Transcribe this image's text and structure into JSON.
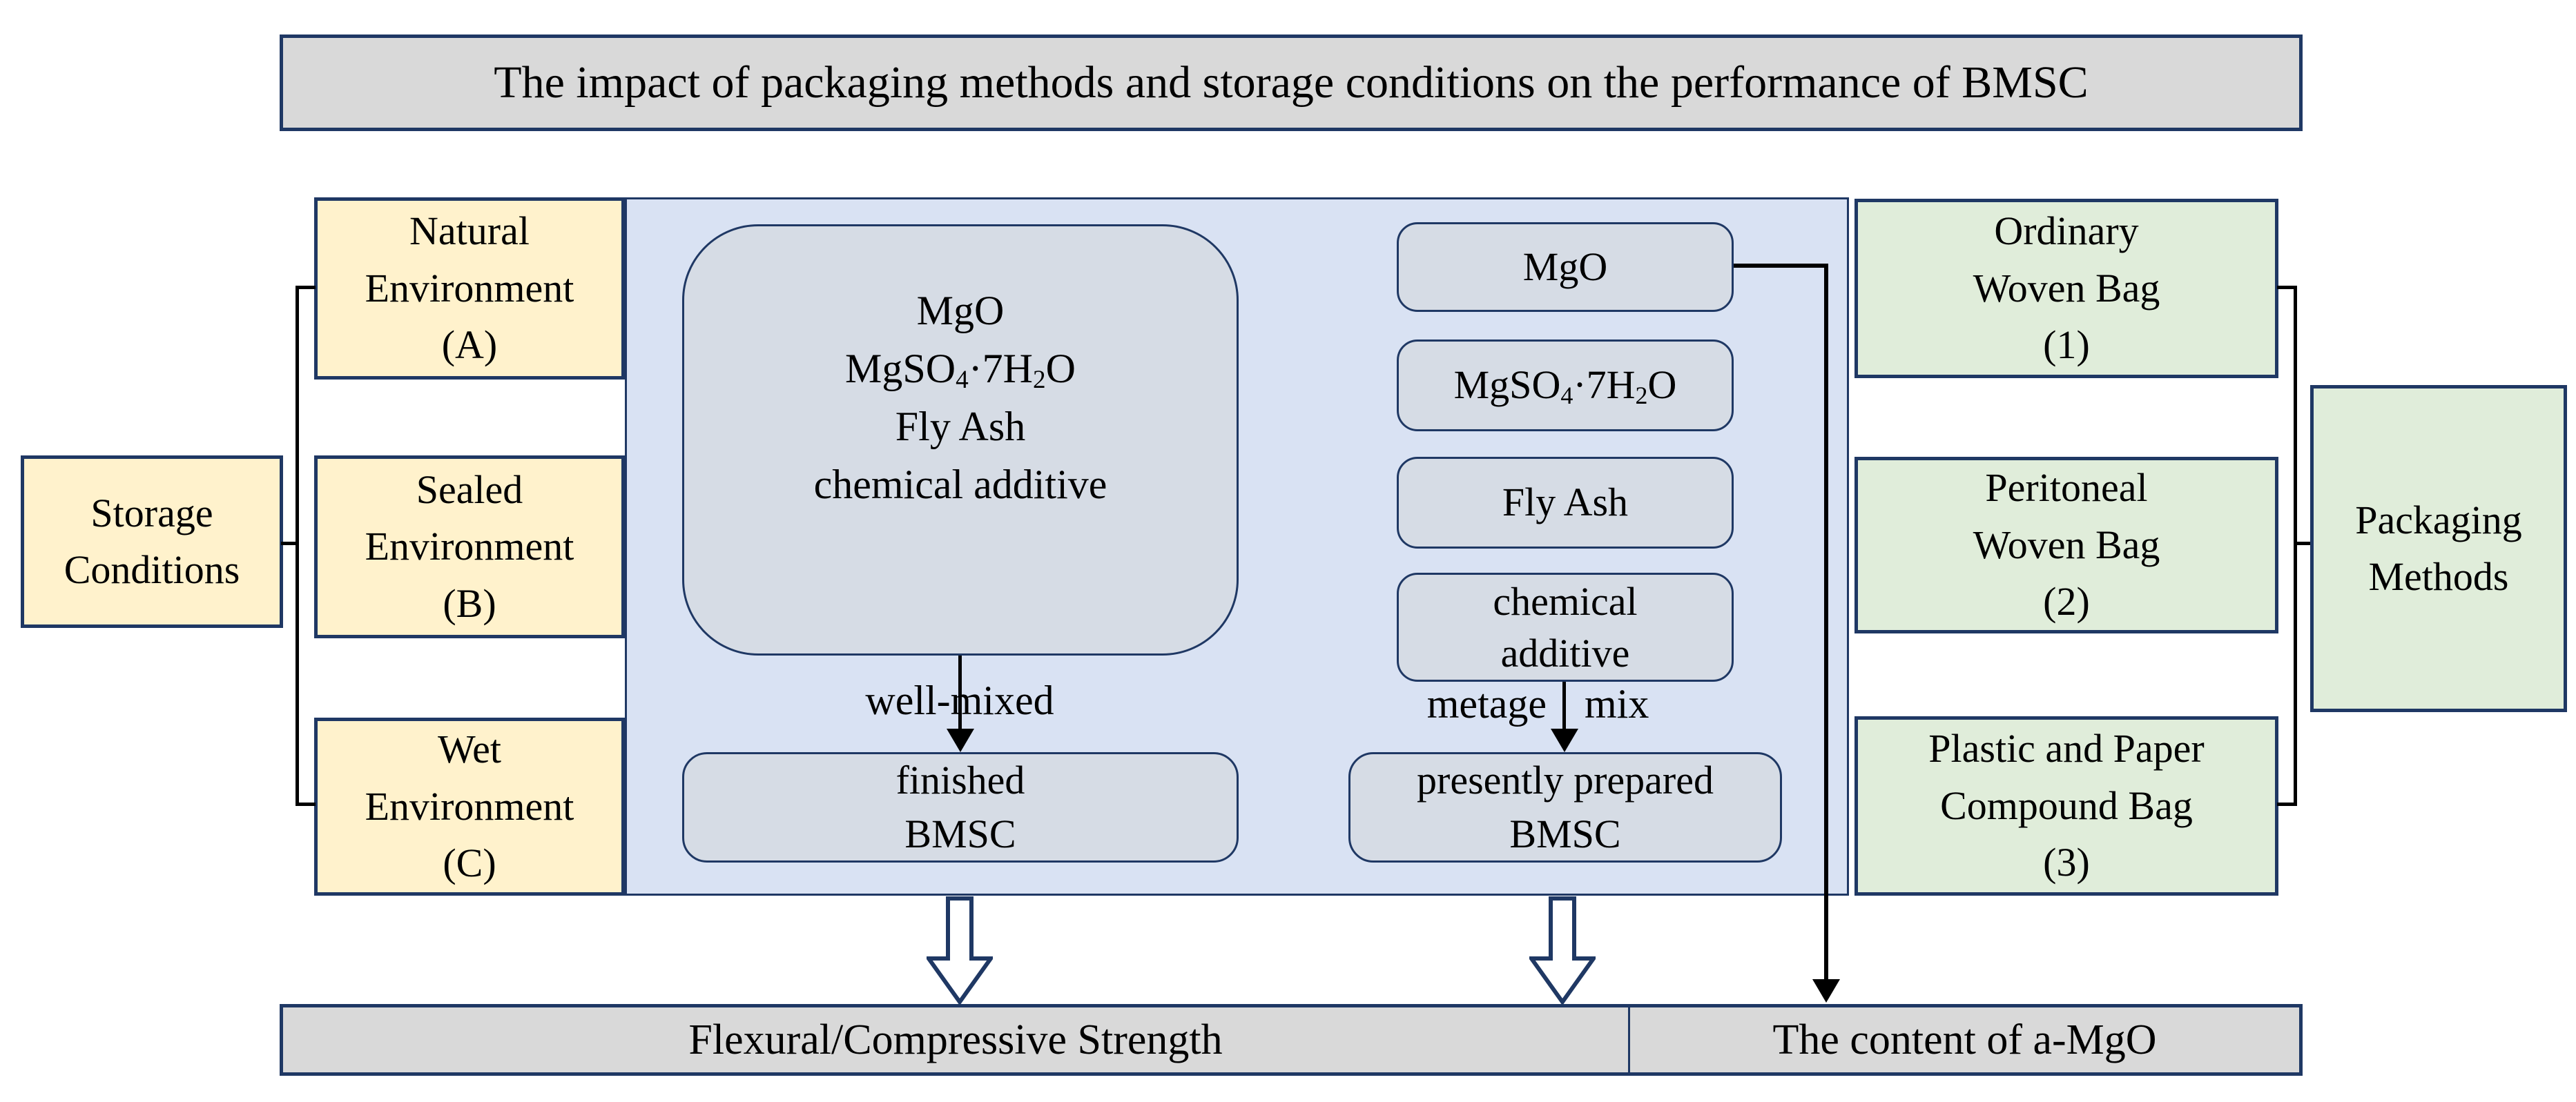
{
  "palette": {
    "border_navy": "#1f3864",
    "title_gray": "#d9d9d9",
    "panel_blue": "#d9e2f3",
    "inner_gray": "#d6dce5",
    "storage_yellow": "#fff2cc",
    "packaging_green": "#e0edda",
    "line_black": "#000000"
  },
  "title": {
    "text": "The impact of packaging methods and storage conditions on the performance of BMSC"
  },
  "left": {
    "group_label": "Storage\nConditions",
    "items": [
      {
        "label": "Natural\nEnvironment\n(A)"
      },
      {
        "label": "Sealed\nEnvironment\n(B)"
      },
      {
        "label": "Wet\nEnvironment\n(C)"
      }
    ]
  },
  "right": {
    "group_label": "Packaging\nMethods",
    "items": [
      {
        "label": "Ordinary\nWoven Bag\n(1)"
      },
      {
        "label": "Peritoneal\nWoven Bag\n(2)"
      },
      {
        "label": "Plastic and Paper\nCompound Bag\n(3)"
      }
    ]
  },
  "center": {
    "mixture_box": {
      "line1": "MgO",
      "formula": {
        "p0": "MgSO",
        "s0": "4",
        "p1": "·7H",
        "s1": "2",
        "p2": "O"
      },
      "line3": "Fly Ash",
      "line4": "chemical additive"
    },
    "well_mixed_label": "well-mixed",
    "finished_box": "finished\nBMSC",
    "ingredients": {
      "mgo": "MgO",
      "formula": {
        "p0": "MgSO",
        "s0": "4",
        "p1": "·7H",
        "s1": "2",
        "p2": "O"
      },
      "fly_ash": "Fly Ash",
      "chemical_additive": "chemical\nadditive"
    },
    "metage_label": "metage",
    "mix_label": "mix",
    "prepared_box": "presently prepared\nBMSC"
  },
  "results": {
    "strength": "Flexural/Compressive Strength",
    "mgo_content": "The content of a-MgO"
  }
}
